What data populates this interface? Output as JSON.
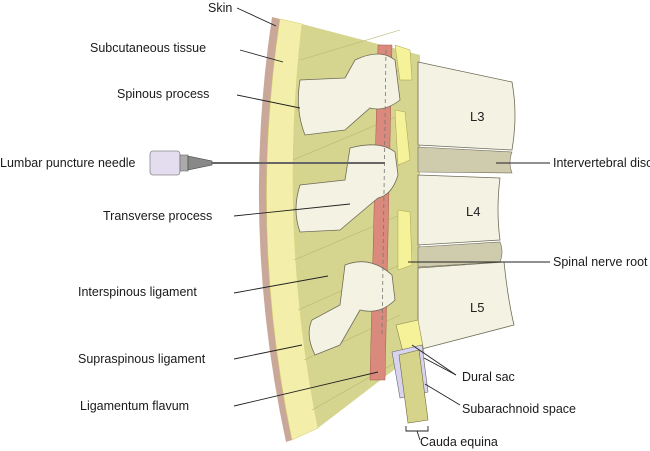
{
  "labels": {
    "skin": "Skin",
    "subcutaneous_tissue": "Subcutaneous tissue",
    "spinous_process": "Spinous process",
    "lumbar_puncture_needle": "Lumbar puncture needle",
    "transverse_process": "Transverse process",
    "interspinous_ligament": "Interspinous ligament",
    "supraspinous_ligament": "Supraspinous ligament",
    "ligamentum_flavum": "Ligamentum flavum",
    "intervertebral_disc": "Intervertebral disc",
    "spinal_nerve_root": "Spinal nerve root",
    "dural_sac": "Dural sac",
    "subarachnoid_space": "Subarachnoid space",
    "cauda_equina": "Cauda equina"
  },
  "vertebrae": [
    "L3",
    "L4",
    "L5"
  ],
  "colors": {
    "skin": "#c9a89a",
    "subcutaneous": "#f3efaa",
    "muscle": "#d6d590",
    "bone": "#f4f2e2",
    "disc": "#cfcbad",
    "ligamentum_flavum": "#d98a7c",
    "nerve": "#f6f29a"
  }
}
